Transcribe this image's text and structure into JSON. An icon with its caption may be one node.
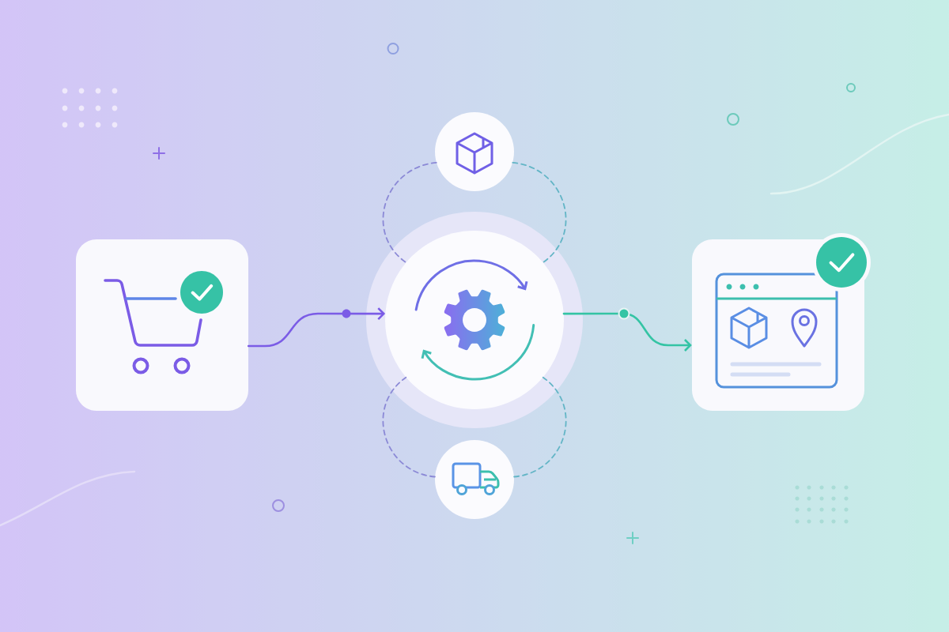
{
  "diagram": {
    "nodes": [
      {
        "text": [],
        "shape": "box"
      },
      {
        "text": [],
        "shape": "circle"
      },
      {
        "text": [],
        "shape": "circle"
      },
      {
        "text": [],
        "shape": "circle"
      },
      {
        "text": [],
        "shape": "box"
      }
    ],
    "edges": [
      {
        "from": 0,
        "to": 2,
        "arrow": "to",
        "color": "#7b5ce6"
      },
      {
        "from": 2,
        "to": 4,
        "arrow": "to",
        "color": "#34c4a4"
      },
      {
        "from": 1,
        "to": 2,
        "arrow": "none",
        "style": "dashed",
        "color": "#8b89d6"
      },
      {
        "from": 1,
        "to": 2,
        "arrow": "none",
        "style": "dashed",
        "color": "#63b5c6"
      },
      {
        "from": 3,
        "to": 2,
        "arrow": "none",
        "style": "dashed",
        "color": "#8b89d6"
      },
      {
        "from": 3,
        "to": 2,
        "arrow": "none",
        "style": "dashed",
        "color": "#63b5c6"
      }
    ]
  }
}
